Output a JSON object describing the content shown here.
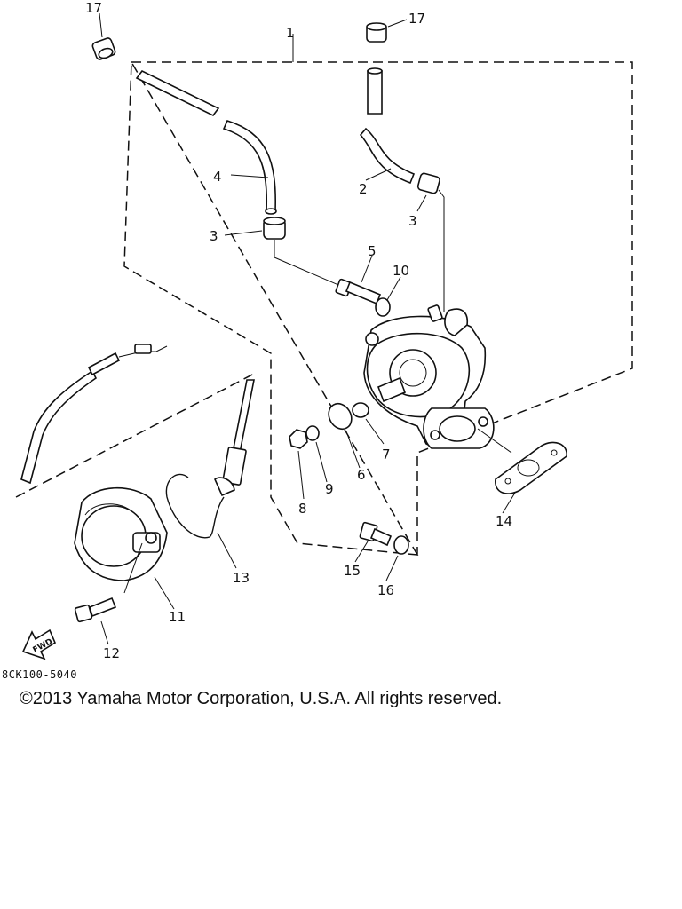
{
  "callouts": {
    "c1": "1",
    "c2": "2",
    "c3a": "3",
    "c3b": "3",
    "c4": "4",
    "c5": "5",
    "c6": "6",
    "c7": "7",
    "c8": "8",
    "c9": "9",
    "c10": "10",
    "c11": "11",
    "c12": "12",
    "c13": "13",
    "c14": "14",
    "c15": "15",
    "c16": "16",
    "c17a": "17",
    "c17b": "17"
  },
  "fwd_label": "FWD",
  "diagram_code": "8CK100-5040",
  "copyright": "©2013 Yamaha Motor Corporation, U.S.A. All rights reserved."
}
